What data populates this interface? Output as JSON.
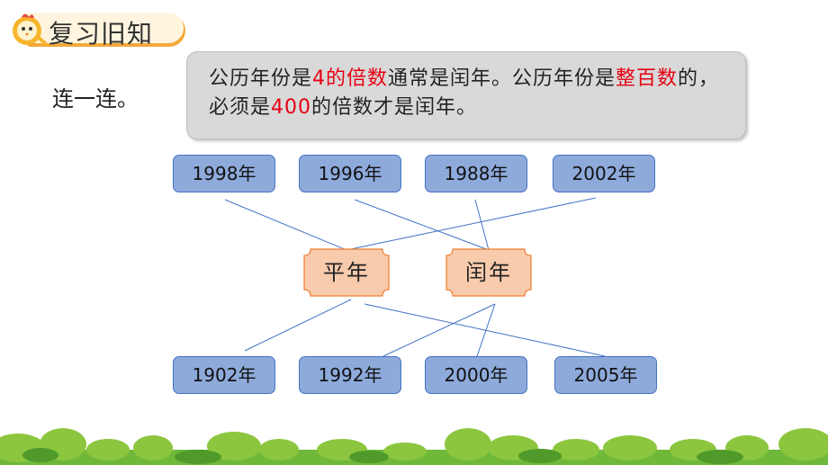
{
  "header": {
    "title": "复习旧知"
  },
  "instruction": "连一连。",
  "rule": {
    "p1": "公历年份是",
    "p2": "4的倍数",
    "p3": "通常是闰年。公历年份是",
    "p4": "整百数",
    "p5": "的，必须是",
    "p6": "400",
    "p7": "的倍数才是闰年。",
    "highlight_color": "#e60012"
  },
  "categories": {
    "common": "平年",
    "leap": "闰年"
  },
  "top_years": [
    "1998年",
    "1996年",
    "1988年",
    "2002年"
  ],
  "bottom_years": [
    "1902年",
    "1992年",
    "2000年",
    "2005年"
  ],
  "colors": {
    "year_box": "#8eaadb",
    "year_border": "#4472c4",
    "category_box": "#f8cbad",
    "category_border": "#ed7d31",
    "line": "#4472c4"
  }
}
